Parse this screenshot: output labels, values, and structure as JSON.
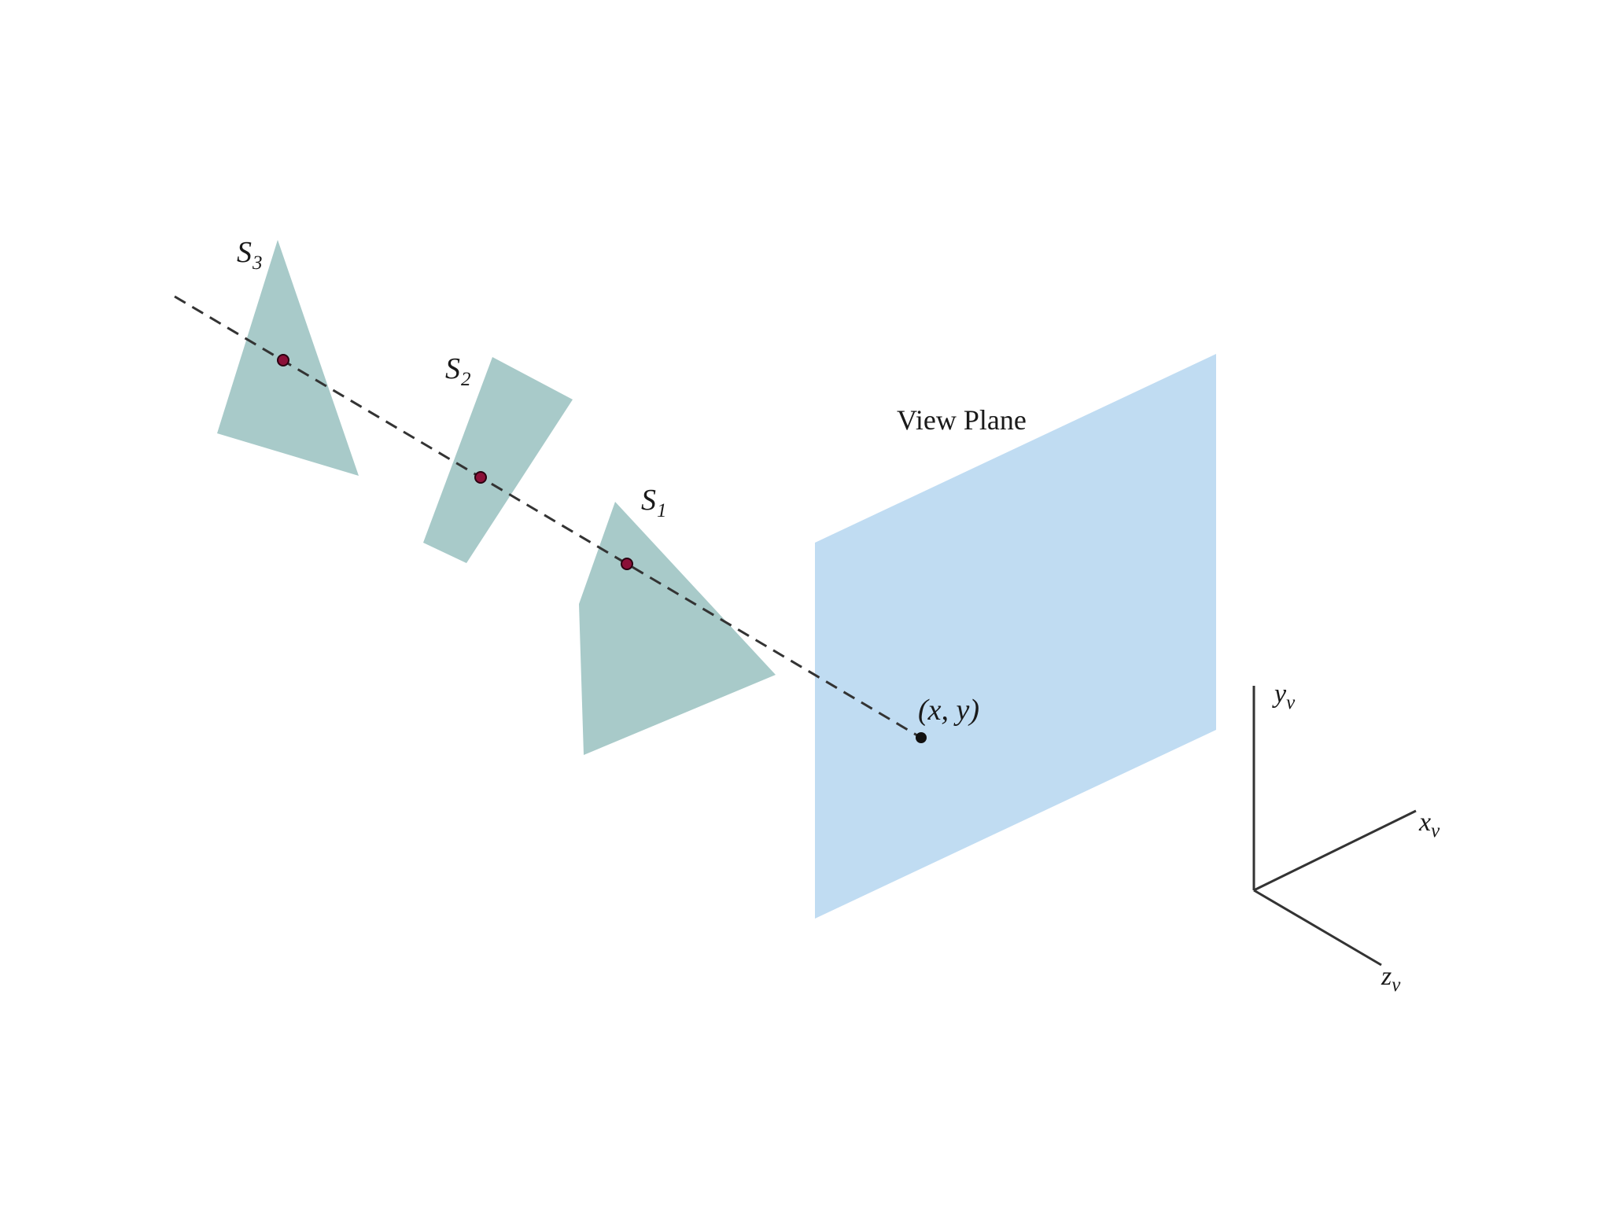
{
  "colors": {
    "surface": "#a8cac9",
    "view_plane": "#c0dcf2",
    "intersection_point": "#8b1038",
    "pixel_point": "#111111",
    "ray": "#333333",
    "axes": "#333333",
    "background": "#ffffff"
  },
  "surfaces": [
    {
      "name_main": "S",
      "name_sub": "3"
    },
    {
      "name_main": "S",
      "name_sub": "2"
    },
    {
      "name_main": "S",
      "name_sub": "1"
    }
  ],
  "view_plane": {
    "label": "View Plane"
  },
  "pixel": {
    "label": "(x, y)"
  },
  "axes": {
    "y": {
      "main": "y",
      "sub": "v"
    },
    "x": {
      "main": "x",
      "sub": "v"
    },
    "z": {
      "main": "z",
      "sub": "v"
    }
  }
}
